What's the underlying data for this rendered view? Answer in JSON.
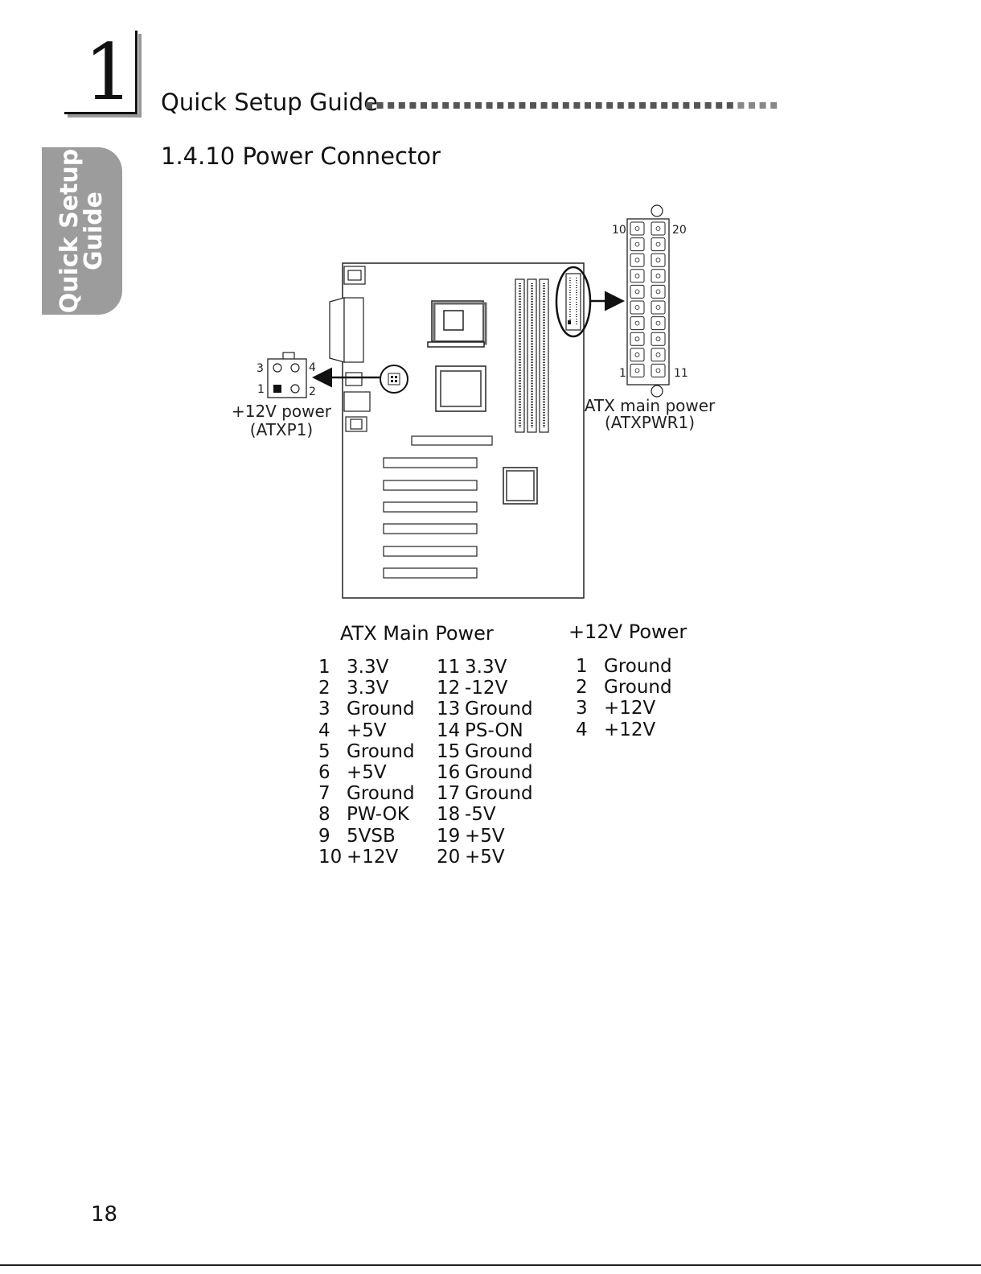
{
  "chapter": {
    "number": "1",
    "title": "Quick Setup Guide"
  },
  "side_tab": {
    "line1": "Quick Setup",
    "line2": "Guide"
  },
  "section": {
    "heading": "1.4.10  Power Connector"
  },
  "diagram": {
    "atxp1": {
      "name_line1": "+12V power",
      "name_line2": "(ATXP1)",
      "pin3": "3",
      "pin4": "4",
      "pin1": "1",
      "pin2": "2"
    },
    "atxpwr1": {
      "name_line1": "ATX main power",
      "name_line2": "(ATXPWR1)",
      "pin10": "10",
      "pin20": "20",
      "pin1": "1",
      "pin11": "11"
    }
  },
  "atx_main_power": {
    "title": "ATX Main Power",
    "left": [
      {
        "pin": "1",
        "signal": "3.3V"
      },
      {
        "pin": "2",
        "signal": "3.3V"
      },
      {
        "pin": "3",
        "signal": "Ground"
      },
      {
        "pin": "4",
        "signal": "+5V"
      },
      {
        "pin": "5",
        "signal": "Ground"
      },
      {
        "pin": "6",
        "signal": "+5V"
      },
      {
        "pin": "7",
        "signal": "Ground"
      },
      {
        "pin": "8",
        "signal": "PW-OK"
      },
      {
        "pin": "9",
        "signal": "5VSB"
      },
      {
        "pin": "10",
        "signal": "+12V"
      }
    ],
    "right": [
      {
        "pin": "11",
        "signal": "3.3V"
      },
      {
        "pin": "12",
        "signal": "-12V"
      },
      {
        "pin": "13",
        "signal": "Ground"
      },
      {
        "pin": "14",
        "signal": "PS-ON"
      },
      {
        "pin": "15",
        "signal": "Ground"
      },
      {
        "pin": "16",
        "signal": "Ground"
      },
      {
        "pin": "17",
        "signal": "Ground"
      },
      {
        "pin": "18",
        "signal": "-5V"
      },
      {
        "pin": "19",
        "signal": "+5V"
      },
      {
        "pin": "20",
        "signal": "+5V"
      }
    ]
  },
  "plus12v_power": {
    "title": "+12V Power",
    "pins": [
      {
        "pin": "1",
        "signal": "Ground"
      },
      {
        "pin": "2",
        "signal": "Ground"
      },
      {
        "pin": "3",
        "signal": "+12V"
      },
      {
        "pin": "4",
        "signal": "+12V"
      }
    ]
  },
  "page_number": "18"
}
